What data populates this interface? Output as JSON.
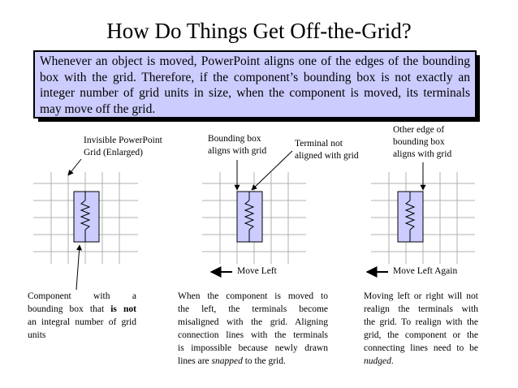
{
  "title": "How Do Things Get Off-the-Grid?",
  "callout": {
    "lines": [
      "Whenever an object is moved, PowerPoint aligns one of the edges of the bounding",
      "box with the grid.  Therefore, if the component’s bounding box is not exactly an",
      "integer number of grid units in size, when the component is moved, its terminals",
      "may move off the grid."
    ]
  },
  "panel1": {
    "label_lines": [
      "Invisible PowerPoint",
      "Grid (Enlarged)"
    ],
    "bottom_label_parts": {
      "l1": "Component        with        a",
      "l2a": "bounding box that ",
      "l2b": "is not",
      "l3": "an integral number of grid",
      "l4": "units"
    }
  },
  "panel2": {
    "label1_lines": [
      "Bounding box",
      "aligns with grid"
    ],
    "label2_lines": [
      "Terminal not",
      "aligned with grid"
    ],
    "move_label": "Move Left",
    "text": {
      "l1": "When  the  component  is  moved  to",
      "l2": "the   left,   the   terminals   become",
      "l3": "misaligned with the grid. Aligning",
      "l4": "connection lines with the terminals",
      "l5": "is impossible because newly drawn",
      "l6a": "lines are ",
      "l6b": "snapped",
      "l6c": " to the grid."
    }
  },
  "panel3": {
    "label_lines": [
      "Other edge of",
      "bounding box",
      "aligns with grid"
    ],
    "move_label": "Move Left Again",
    "text": {
      "l1": "Moving left or right will not",
      "l2": "realign the terminals with",
      "l3": "the grid.  To realign with the",
      "l4": "grid, the component or the",
      "l5": "connecting lines need to be",
      "l6a": "nudged",
      "l6b": "."
    }
  },
  "colors": {
    "callout_fill": "#ccccff",
    "component_fill": "#ccccff",
    "grid": "#b0b0b0"
  }
}
